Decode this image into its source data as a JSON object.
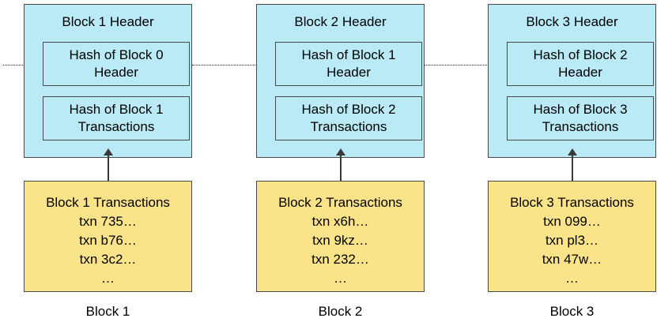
{
  "blocks": [
    {
      "header_title": "Block 1 Header",
      "prev_hash": "Hash of Block 0 Header",
      "tx_hash": "Hash of Block 1 Transactions",
      "transactions_title": "Block 1 Transactions",
      "transactions": [
        "txn 735…",
        "txn b76…",
        "txn 3c2…",
        "…"
      ],
      "label": "Block 1"
    },
    {
      "header_title": "Block 2 Header",
      "prev_hash": "Hash of Block 1 Header",
      "tx_hash": "Hash of Block 2 Transactions",
      "transactions_title": "Block 2 Transactions",
      "transactions": [
        "txn x6h…",
        "txn 9kz…",
        "txn 232…",
        "…"
      ],
      "label": "Block 2"
    },
    {
      "header_title": "Block 3 Header",
      "prev_hash": "Hash of Block 2 Header",
      "tx_hash": "Hash of Block 3 Transactions",
      "transactions_title": "Block 3 Transactions",
      "transactions": [
        "txn 099…",
        "txn pl3…",
        "txn 47w…",
        "…"
      ],
      "label": "Block 3"
    }
  ],
  "colors": {
    "header_fill": "#b9eaf6",
    "transactions_fill": "#fbe38a",
    "border": "#4a4a4a"
  }
}
